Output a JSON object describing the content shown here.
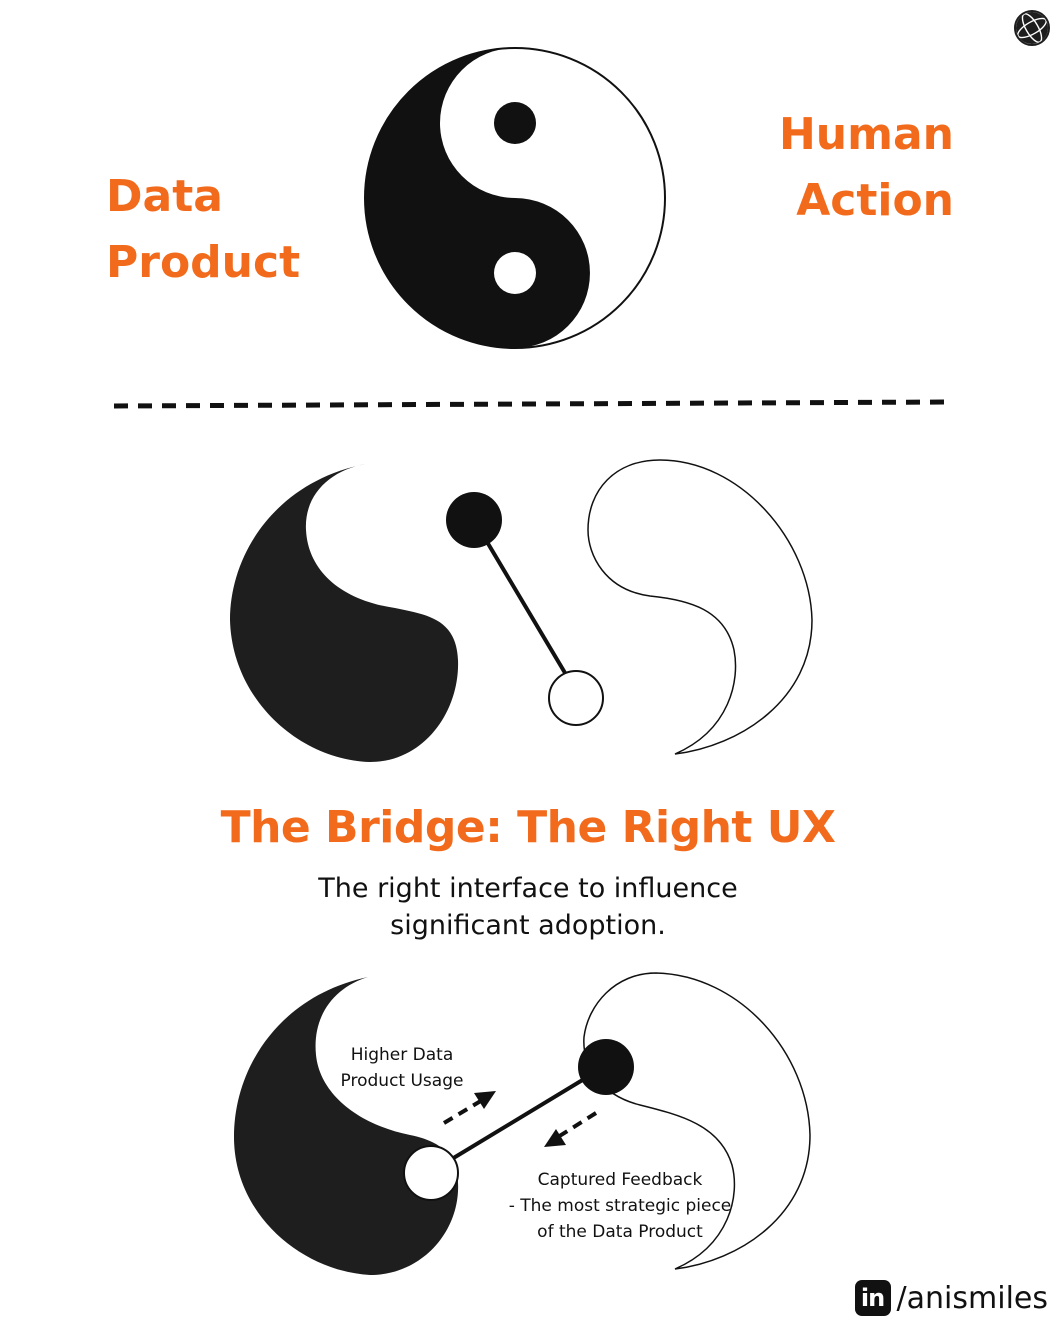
{
  "labels": {
    "data_product": [
      "Data",
      "Product"
    ],
    "human_action": [
      "Human",
      "Action"
    ]
  },
  "heading": "The Bridge: The Right UX",
  "subtitle": [
    "The right interface to influence",
    "significant adoption."
  ],
  "annotations": {
    "usage": [
      "Higher Data",
      "Product Usage"
    ],
    "feedback": [
      "Captured Feedback",
      "- The most strategic piece",
      "of the Data Product"
    ]
  },
  "footer": {
    "icon_text": "in",
    "handle": "/anismiles"
  },
  "icons": [
    "globe-icon",
    "linkedin-icon",
    "yin-yang-icon"
  ],
  "colors": {
    "accent": "#f26a1b",
    "ink": "#111111",
    "background": "#ffffff"
  }
}
